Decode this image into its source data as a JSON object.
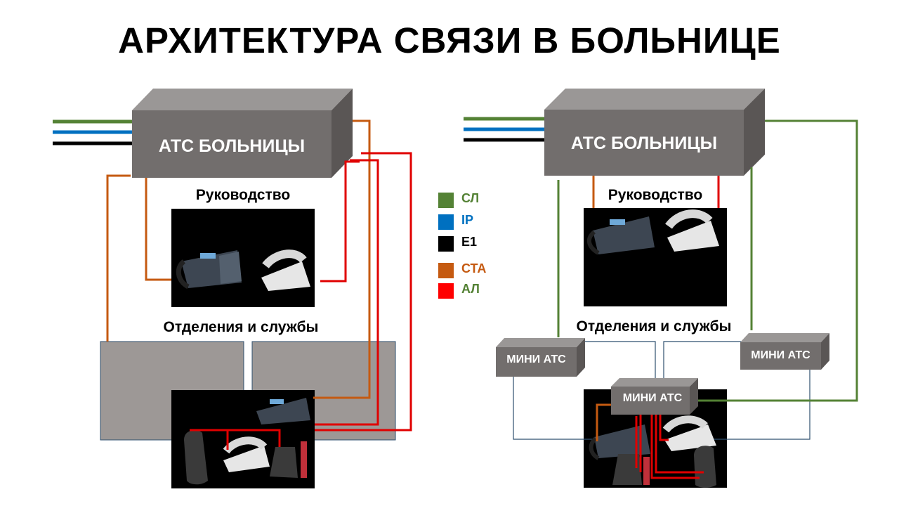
{
  "title": "АРХИТЕКТУРА СВЯЗИ В БОЛЬНИЦЕ",
  "left": {
    "pbx_label": "АТС БОЛЬНИЦЫ",
    "management_label": "Руководство",
    "departments_label": "Отделения и службы"
  },
  "right": {
    "pbx_label": "АТС БОЛЬНИЦЫ",
    "management_label": "Руководство",
    "departments_label": "Отделения и службы",
    "mini_pbx_left": "МИНИ АТС",
    "mini_pbx_center": "МИНИ АТС",
    "mini_pbx_right": "МИНИ АТС"
  },
  "legend": [
    {
      "label": "СЛ",
      "swatch": "#548235",
      "text_color": "#548235"
    },
    {
      "label": "IP",
      "swatch": "#0070c0",
      "text_color": "#0070c0"
    },
    {
      "label": "E1",
      "swatch": "#000000",
      "text_color": "#000000"
    },
    {
      "label": "СТА",
      "swatch": "#c55a11",
      "text_color": "#c55a11"
    },
    {
      "label": "АЛ",
      "swatch": "#ff0000",
      "text_color": "#548235"
    }
  ],
  "colors": {
    "sl": "#548235",
    "ip": "#0070c0",
    "e1": "#000000",
    "sta": "#c55a11",
    "al": "#ff0000",
    "box_front": "#726e6d",
    "box_top": "#9a9796",
    "box_side": "#5a5655",
    "dept_fill": "#9d9896",
    "thin_line": "#2f4f6f"
  }
}
